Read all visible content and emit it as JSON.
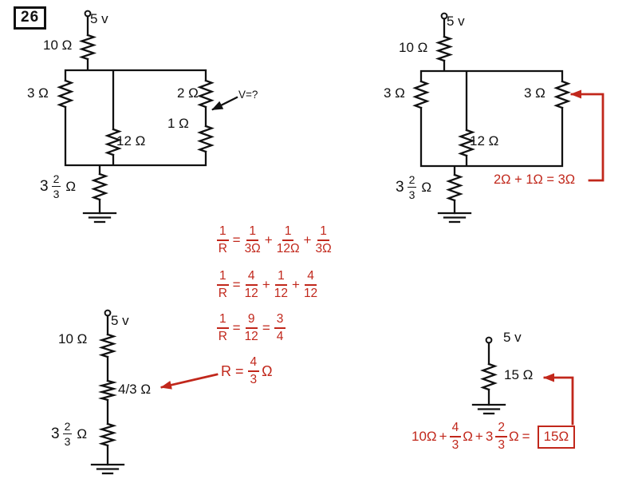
{
  "problem_number": "26",
  "colors": {
    "ink": "#111111",
    "annotation": "#c1271b"
  },
  "circuit_top_left": {
    "supply": "5 v",
    "r_series": "10 Ω",
    "r_left": "3 Ω",
    "r_mid": "12 Ω",
    "r_right_top": "2 Ω",
    "r_right_bottom": "1 Ω",
    "r_bottom": {
      "whole": "3",
      "num": "2",
      "den": "3",
      "unit": "Ω"
    },
    "query": "V=?"
  },
  "circuit_top_right": {
    "supply": "5 v",
    "r_series": "10 Ω",
    "r_left": "3 Ω",
    "r_right": "3 Ω",
    "r_mid": "12 Ω",
    "r_bottom": {
      "whole": "3",
      "num": "2",
      "den": "3",
      "unit": "Ω"
    },
    "annotation": "2Ω + 1Ω = 3Ω"
  },
  "equations": {
    "eq1": {
      "l_num": "1",
      "l_den": "R",
      "eq": "=",
      "t1_num": "1",
      "t1_den": "3Ω",
      "p1": "+",
      "t2_num": "1",
      "t2_den": "12Ω",
      "p2": "+",
      "t3_num": "1",
      "t3_den": "3Ω"
    },
    "eq2": {
      "l_num": "1",
      "l_den": "R",
      "eq": "=",
      "t1_num": "4",
      "t1_den": "12",
      "p1": "+",
      "t2_num": "1",
      "t2_den": "12",
      "p2": "+",
      "t3_num": "4",
      "t3_den": "12"
    },
    "eq3": {
      "l_num": "1",
      "l_den": "R",
      "eq1": "=",
      "t1_num": "9",
      "t1_den": "12",
      "eq2": "=",
      "t2_num": "3",
      "t2_den": "4"
    },
    "eq4": {
      "lhs": "R",
      "eq": "=",
      "num": "4",
      "den": "3",
      "unit": "Ω"
    }
  },
  "circuit_bottom_left": {
    "supply": "5 v",
    "r_series": "10 Ω",
    "r_equiv": "4/3 Ω",
    "r_bottom": {
      "whole": "3",
      "num": "2",
      "den": "3",
      "unit": "Ω"
    }
  },
  "circuit_bottom_right": {
    "supply": "5 v",
    "r_total": "15 Ω",
    "equation": {
      "t1": "10Ω",
      "p1": "+",
      "t2_num": "4",
      "t2_den": "3",
      "t2_unit": "Ω",
      "p2": "+",
      "t3_whole": "3",
      "t3_num": "2",
      "t3_den": "3",
      "t3_unit": "Ω",
      "eq": "=",
      "result": "15Ω"
    }
  }
}
